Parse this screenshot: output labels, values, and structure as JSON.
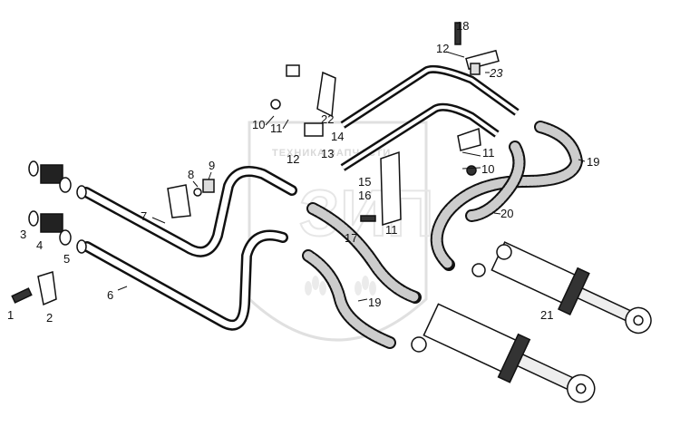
{
  "diagram": {
    "callouts": [
      {
        "id": "c1",
        "text": "1"
      },
      {
        "id": "c2",
        "text": "2"
      },
      {
        "id": "c3",
        "text": "3"
      },
      {
        "id": "c4",
        "text": "4"
      },
      {
        "id": "c5",
        "text": "5"
      },
      {
        "id": "c6",
        "text": "6"
      },
      {
        "id": "c7",
        "text": "7"
      },
      {
        "id": "c8",
        "text": "8"
      },
      {
        "id": "c9",
        "text": "9"
      },
      {
        "id": "c10a",
        "text": "10"
      },
      {
        "id": "c10b",
        "text": "10"
      },
      {
        "id": "c11a",
        "text": "11"
      },
      {
        "id": "c11b",
        "text": "11"
      },
      {
        "id": "c11c",
        "text": "11"
      },
      {
        "id": "c12a",
        "text": "12"
      },
      {
        "id": "c12b",
        "text": "12"
      },
      {
        "id": "c13",
        "text": "13"
      },
      {
        "id": "c14",
        "text": "14"
      },
      {
        "id": "c15",
        "text": "15"
      },
      {
        "id": "c16",
        "text": "16"
      },
      {
        "id": "c17",
        "text": "17"
      },
      {
        "id": "c18",
        "text": "18"
      },
      {
        "id": "c19a",
        "text": "19"
      },
      {
        "id": "c19b",
        "text": "19"
      },
      {
        "id": "c20",
        "text": "20"
      },
      {
        "id": "c21",
        "text": "21"
      },
      {
        "id": "c22",
        "text": "22"
      },
      {
        "id": "c23",
        "text": "23"
      }
    ],
    "watermark": {
      "text": "ТЕХНИКА  ЗАПЧАСТИ",
      "letters": "ЗИП"
    }
  }
}
